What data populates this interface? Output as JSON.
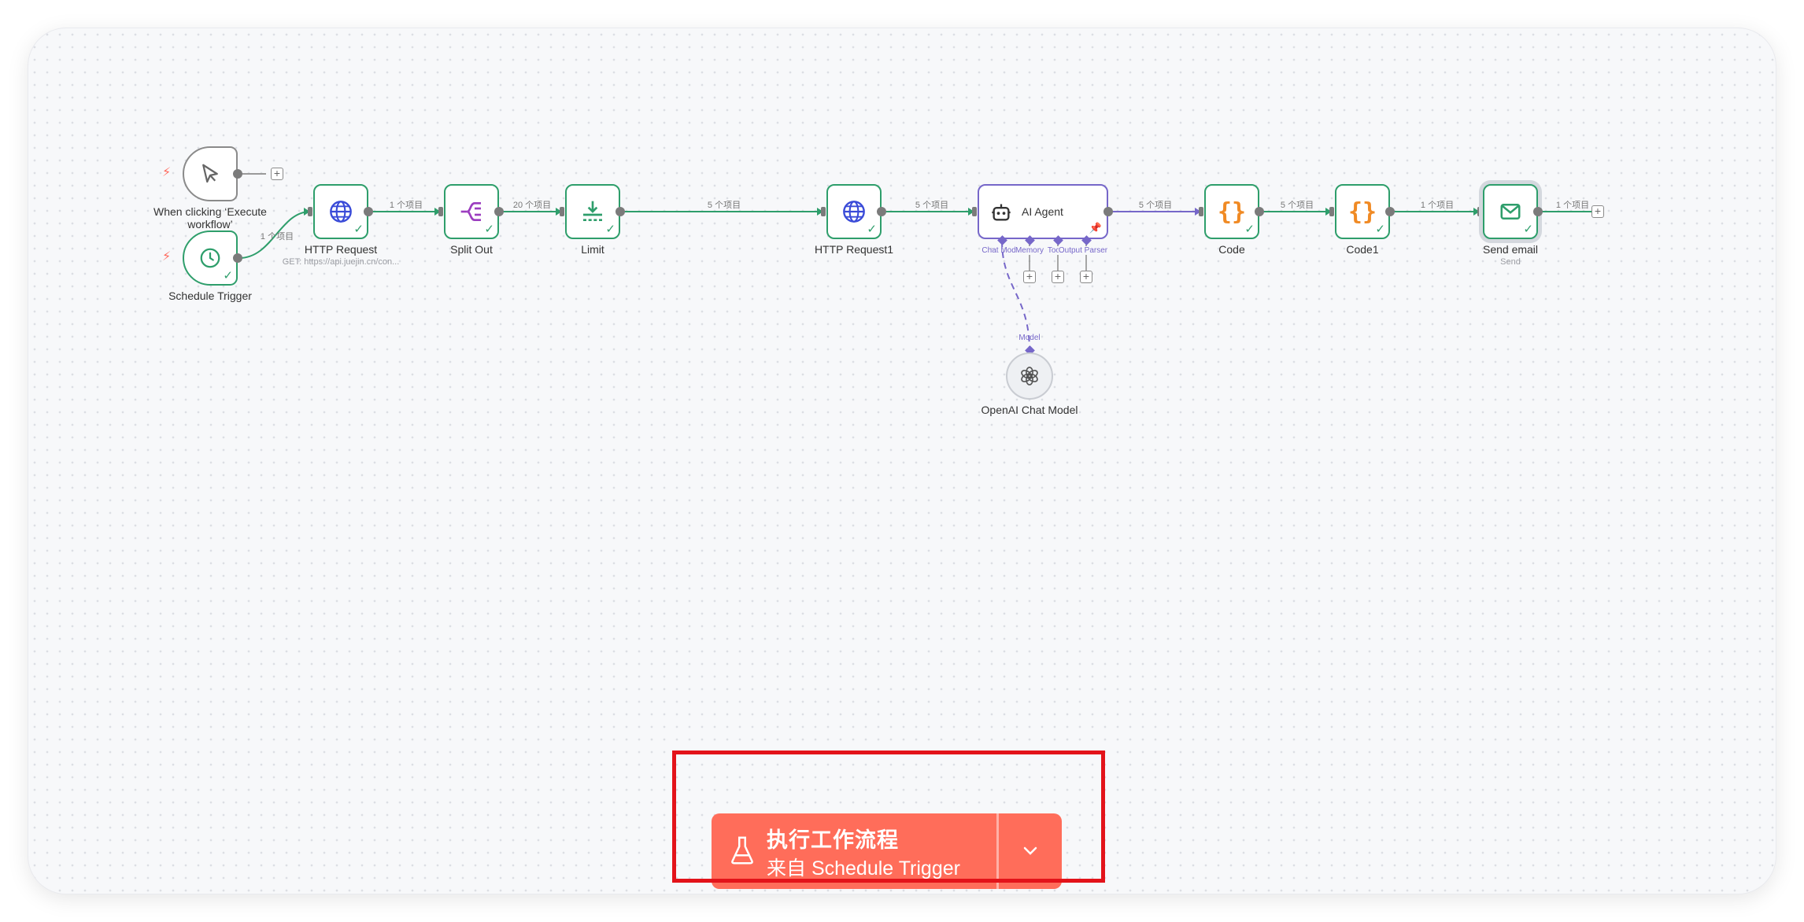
{
  "nodes": {
    "manual_trigger": {
      "label": "When clicking ‘Execute workflow’"
    },
    "schedule_trigger": {
      "label": "Schedule Trigger"
    },
    "http_request": {
      "label": "HTTP Request",
      "subtitle": "GET: https://api.juejin.cn/con..."
    },
    "split_out": {
      "label": "Split Out"
    },
    "limit": {
      "label": "Limit"
    },
    "http_request1": {
      "label": "HTTP Request1"
    },
    "ai_agent": {
      "label": "AI Agent",
      "inputs": [
        "Chat Model",
        "Memory",
        "Tool",
        "Output Parser"
      ]
    },
    "openai_chat_model": {
      "label": "OpenAI Chat Model",
      "connector_label": "Model"
    },
    "code": {
      "label": "Code"
    },
    "code1": {
      "label": "Code1"
    },
    "send_email": {
      "label": "Send email",
      "subtitle": "Send"
    }
  },
  "edges": {
    "schedule_to_http": "1 个项目",
    "http_to_split": "1 个项目",
    "split_to_limit": "20 个项目",
    "limit_to_http1": "5 个项目",
    "http1_to_agent": "5 个项目",
    "agent_to_code": "5 个项目",
    "code_to_code1": "5 个项目",
    "code1_to_email": "1 个项目",
    "email_output": "1 个项目"
  },
  "execute_button": {
    "title": "执行工作流程",
    "source": "来自 Schedule Trigger"
  },
  "colors": {
    "success": "#2e9e6b",
    "agent": "#7667c9",
    "execute": "#ff6d5a",
    "highlight": "#e3131a"
  },
  "icons": {
    "manual_trigger": "cursor-icon",
    "schedule_trigger": "clock-icon",
    "http_request": "globe-icon",
    "split_out": "split-icon",
    "limit": "limit-icon",
    "ai_agent": "robot-icon",
    "openai": "openai-icon",
    "code": "braces-icon",
    "send_email": "envelope-icon",
    "execute": "flask-icon",
    "dropdown": "chevron-down-icon"
  }
}
